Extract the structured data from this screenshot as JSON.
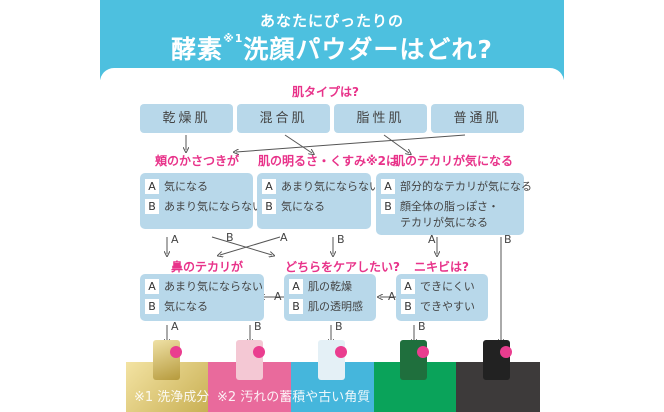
{
  "header": {
    "subtitle": "あなたにぴったりの",
    "title_part1": "酵素",
    "title_sup": "※1",
    "title_part2": "洗顔パウダーはどれ?",
    "bg_color": "#4dc0df"
  },
  "skin_question": "肌タイプは?",
  "skin_types": [
    "乾燥肌",
    "混合肌",
    "脂性肌",
    "普通肌"
  ],
  "level2": [
    {
      "question": "頬のかさつきが",
      "options": [
        {
          "label": "A",
          "text": "気になる"
        },
        {
          "label": "B",
          "text": "あまり気にならない"
        }
      ]
    },
    {
      "question": "肌の明るさ・くすみ※2は",
      "options": [
        {
          "label": "A",
          "text": "あまり気にならない"
        },
        {
          "label": "B",
          "text": "気になる"
        }
      ]
    },
    {
      "question": "肌のテカリが気になる",
      "options": [
        {
          "label": "A",
          "text": "部分的なテカリが気になる"
        },
        {
          "label": "B",
          "text": "顔全体の脂っぽさ・",
          "text2": "テカリが気になる"
        }
      ]
    }
  ],
  "level3": [
    {
      "question": "鼻のテカリが",
      "options": [
        {
          "label": "A",
          "text": "あまり気にならない"
        },
        {
          "label": "B",
          "text": "気になる"
        }
      ]
    },
    {
      "question": "どちらをケアしたい?",
      "options": [
        {
          "label": "A",
          "text": "肌の乾燥"
        },
        {
          "label": "B",
          "text": "肌の透明感"
        }
      ]
    },
    {
      "question": "ニキビは?",
      "options": [
        {
          "label": "A",
          "text": "できにくい"
        },
        {
          "label": "B",
          "text": "できやすい"
        }
      ]
    }
  ],
  "edge_labels": {
    "A": "A",
    "B": "B"
  },
  "products": [
    {
      "name": "gold-product",
      "band_color": "#d6c06a",
      "pack_color": "#c9b25a"
    },
    {
      "name": "pink-product",
      "band_color": "#e96a9c",
      "pack_color": "#f4c8d4"
    },
    {
      "name": "blue-product",
      "band_color": "#45b6dc",
      "pack_color": "#e4f0f6"
    },
    {
      "name": "green-product",
      "band_color": "#0aa35a",
      "pack_color": "#1f6f3d"
    },
    {
      "name": "black-product",
      "band_color": "#3d3a3a",
      "pack_color": "#222222"
    }
  ],
  "footnotes": [
    "※1 洗浄成分",
    "※2 汚れの蓄積や古い角質"
  ]
}
